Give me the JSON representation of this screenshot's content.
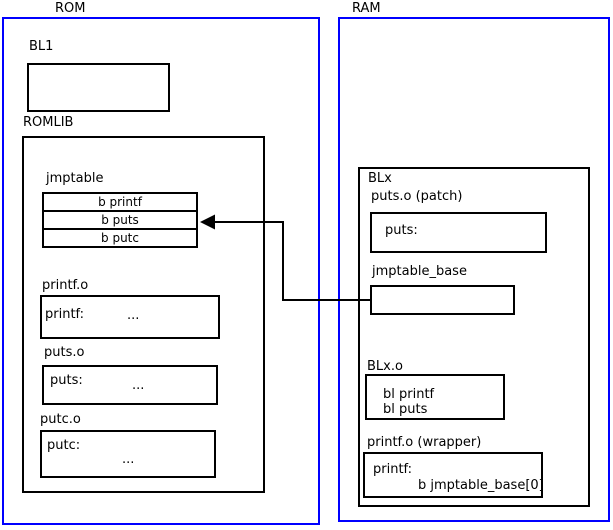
{
  "rom": {
    "title": "ROM",
    "bl1_label": "BL1",
    "romlib_label": "ROMLIB",
    "jmptable": {
      "label": "jmptable",
      "entries": [
        "b printf",
        "b puts",
        "b putc"
      ]
    },
    "printf_o": {
      "label": "printf.o",
      "symbol": "printf:",
      "body": "..."
    },
    "puts_o": {
      "label": "puts.o",
      "symbol": "puts:",
      "body": "..."
    },
    "putc_o": {
      "label": "putc.o",
      "symbol": "putc:",
      "body": "..."
    }
  },
  "ram": {
    "title": "RAM",
    "blx_label": "BLx",
    "puts_patch": {
      "label": "puts.o (patch)",
      "symbol": "puts:"
    },
    "jmptable_base": {
      "label": "jmptable_base"
    },
    "blx_o": {
      "label": "BLx.o",
      "line1": "bl printf",
      "line2": "bl puts"
    },
    "printf_wrapper": {
      "label": "printf.o (wrapper)",
      "symbol": "printf:",
      "body": "b jmptable_base[0]"
    }
  },
  "colors": {
    "frame_border": "#0000ff",
    "box_border": "#000000",
    "background": "#ffffff"
  }
}
